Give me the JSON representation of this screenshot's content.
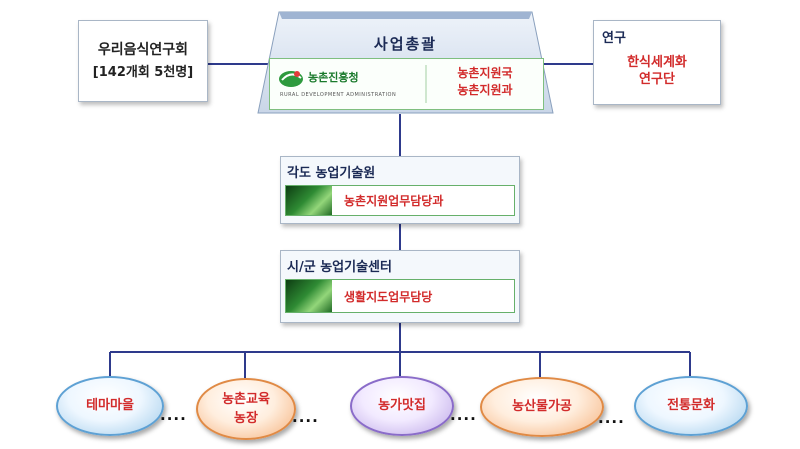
{
  "hq": {
    "title": "사업총괄",
    "logo_kr": "농촌진흥청",
    "logo_en": "RURAL DEVELOPMENT ADMINISTRATION",
    "dept_line1": "농촌지원국",
    "dept_line2": "농촌지원과"
  },
  "left_box": {
    "line1": "우리음식연구회",
    "line2": "[142개회 5천명]"
  },
  "right_box": {
    "title": "연구",
    "line1": "한식세계화",
    "line2": "연구단"
  },
  "provincial": {
    "title": "각도 농업기술원",
    "unit": "농촌지원업무담당과"
  },
  "city": {
    "title": "시/군 농업기술센터",
    "unit": "생활지도업무담당"
  },
  "programs": [
    {
      "label": "테마마을",
      "color": "#5ea1d4"
    },
    {
      "label1": "농촌교육",
      "label2": "농장",
      "color": "#e08a45"
    },
    {
      "label": "농가맛집",
      "color": "#8a6cc9"
    },
    {
      "label": "농산물가공",
      "color": "#e08a45"
    },
    {
      "label": "전통문화",
      "color": "#5ea1d4"
    }
  ],
  "ellipsis": "....",
  "colors": {
    "connector": "#2e3a8c",
    "accent_red": "#d22b2b",
    "title_navy": "#1b2a55"
  }
}
